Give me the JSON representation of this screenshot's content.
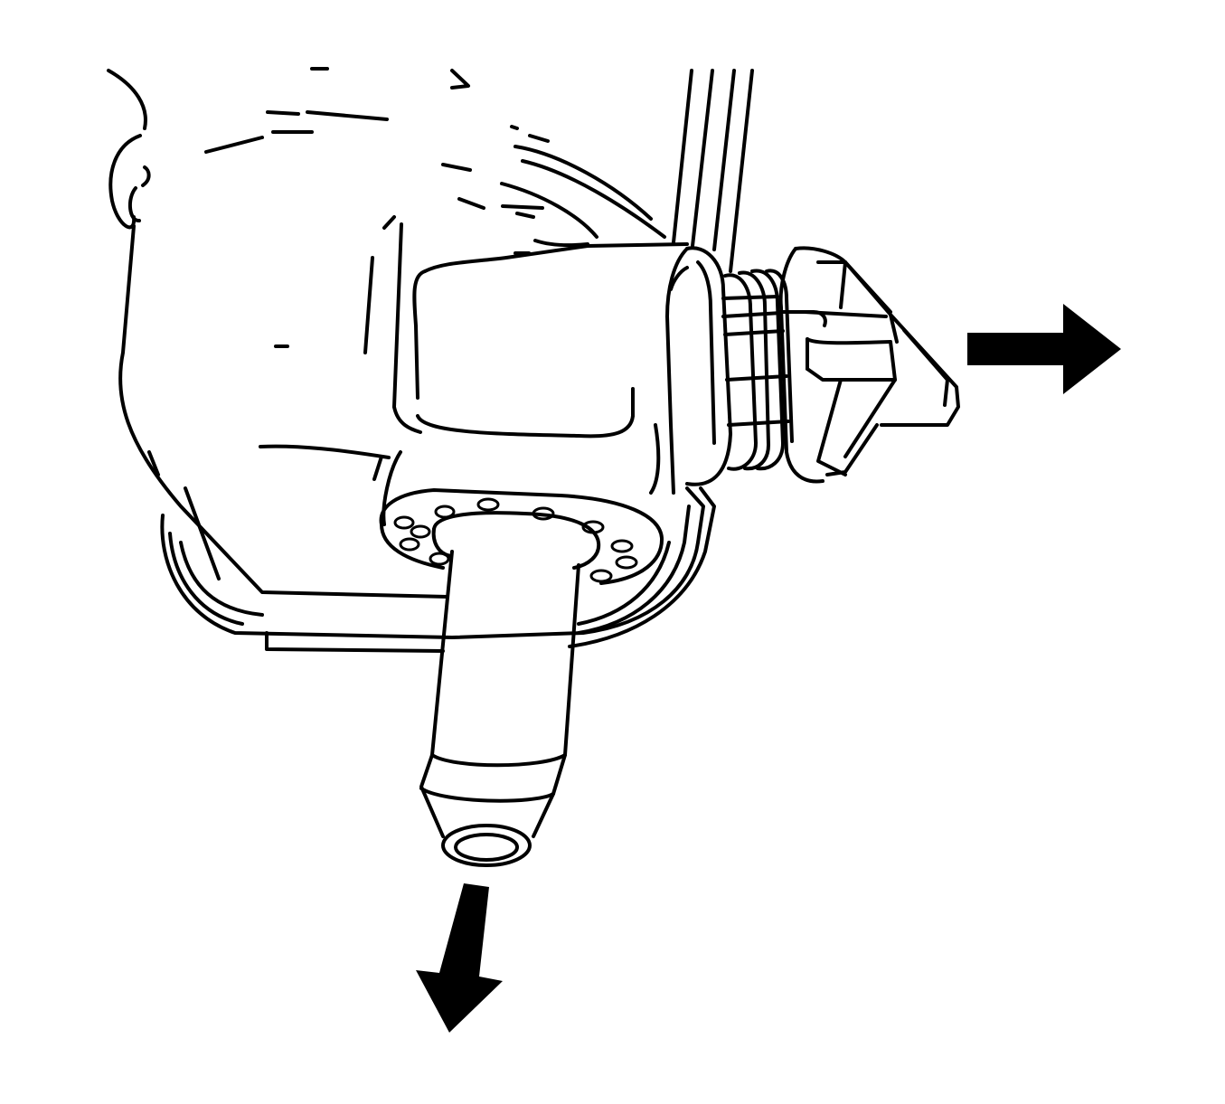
{
  "diagram": {
    "type": "technical-line-illustration",
    "colors": {
      "stroke": "#000000",
      "background": "#ffffff"
    },
    "parts": [
      "housing",
      "pan",
      "connector-body",
      "threaded-plug",
      "hex-head",
      "tube-nozzle",
      "hole-ring"
    ],
    "arrows": [
      {
        "name": "arrow-right",
        "direction": "right"
      },
      {
        "name": "arrow-down",
        "direction": "down"
      }
    ]
  }
}
